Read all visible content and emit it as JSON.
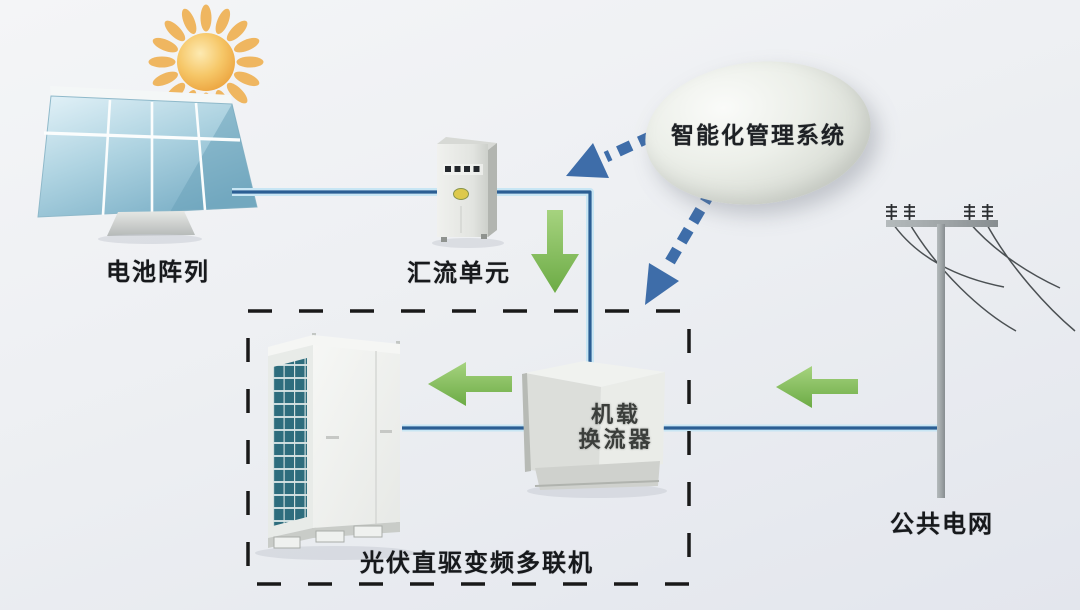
{
  "diagram": {
    "labels": {
      "battery_array": "电池阵列",
      "combiner_unit": "汇流单元",
      "management_system": "智能化管理系统",
      "converter_line1": "机载",
      "converter_line2": "换流器",
      "multi_split_unit": "光伏直驱变频多联机",
      "public_grid": "公共电网"
    },
    "icons": {
      "sun": "sun-icon",
      "solar_panel": "solar-panel-icon",
      "combiner_cabinet": "combiner-cabinet-icon",
      "converter_box": "converter-box-icon",
      "hvac_outdoor_unit": "hvac-outdoor-unit-icon",
      "utility_pole": "utility-pole-icon",
      "green_flow_arrows": "green-arrow-icon",
      "blue_control_arrows": "blue-dashed-arrow-icon"
    },
    "colors": {
      "background_top": "#f4f5f7",
      "background_bottom": "#e3e6ed",
      "power_line_core": "#2b5e93",
      "power_line_halo": "#c8e6f4",
      "green_arrow_light": "#a6d37f",
      "green_arrow_dark": "#6cab45",
      "blue_arrow": "#3e6da9",
      "dashed_border": "#191919",
      "sun_core": "#f2b54d",
      "sun_ray": "#eeb257",
      "panel_blue": "#a8cfdf",
      "grille_teal": "#2e6d7d",
      "label_text": "#17191c"
    }
  }
}
